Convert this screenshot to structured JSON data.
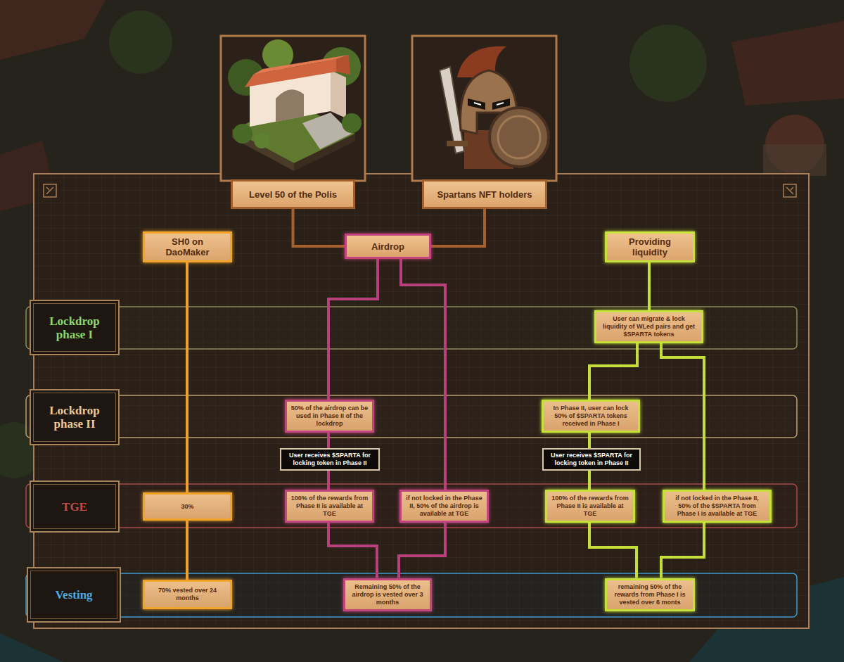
{
  "diagram": {
    "nodes": [
      {
        "text": [
          "Level 50 of the Polis"
        ]
      },
      {
        "text": [
          "Spartans NFT holders"
        ]
      },
      {
        "text": [
          "SH0 on DaoMaker"
        ]
      },
      {
        "text": [
          "Airdrop"
        ]
      },
      {
        "text": [
          "Providing liquidity"
        ]
      },
      {
        "text": [
          "Lockdrop phase I"
        ]
      },
      {
        "text": [
          "User can migrate & lock liquidity of WLed pairs and get $SPARTA tokens"
        ]
      },
      {
        "text": [
          "Lockdrop phase II"
        ]
      },
      {
        "text": [
          "50% of the airdrop can be used in Phase II of the lockdrop"
        ]
      },
      {
        "text": [
          "In Phase II, user can lock 50% of $SPARTA tokens received in Phase I"
        ]
      },
      {
        "text": [
          "User receives $SPARTA for locking token in Phase II"
        ]
      },
      {
        "text": [
          "User receives $SPARTA for locking token in Phase II"
        ]
      },
      {
        "text": [
          "TGE"
        ]
      },
      {
        "text": [
          "30%"
        ]
      },
      {
        "text": [
          "100% of the rewards from Phase II is available at TGE"
        ]
      },
      {
        "text": [
          "if not locked in the Phase II, 50% of the airdrop is available at TGE"
        ]
      },
      {
        "text": [
          "100% of the rewards from Phase II is available at TGE"
        ]
      },
      {
        "text": [
          "if not locked in the Phase II, 50% of the $SPARTA from Phase I is available at TGE"
        ]
      },
      {
        "text": [
          "Vesting"
        ]
      },
      {
        "text": [
          "70% vested over 24 months"
        ]
      },
      {
        "text": [
          "Remaining 50% of the airdrop is vested over 3 months"
        ]
      },
      {
        "text": [
          "remaining 50% of the rewards from Phase I is vested over 6 monts"
        ]
      }
    ],
    "edges": [
      {
        "from": 0,
        "to": 3,
        "arrow": "none"
      },
      {
        "from": 1,
        "to": 3,
        "arrow": "none"
      },
      {
        "from": 2,
        "to": 13,
        "arrow": "none"
      },
      {
        "from": 13,
        "to": 19,
        "arrow": "none"
      },
      {
        "from": 3,
        "to": 8,
        "arrow": "none"
      },
      {
        "from": 3,
        "to": 15,
        "arrow": "none"
      },
      {
        "from": 8,
        "to": 10,
        "arrow": "none"
      },
      {
        "from": 10,
        "to": 14,
        "arrow": "none"
      },
      {
        "from": 14,
        "to": 20,
        "arrow": "none"
      },
      {
        "from": 15,
        "to": 20,
        "arrow": "none"
      },
      {
        "from": 4,
        "to": 6,
        "arrow": "none"
      },
      {
        "from": 6,
        "to": 9,
        "arrow": "none"
      },
      {
        "from": 6,
        "to": 17,
        "arrow": "none"
      },
      {
        "from": 9,
        "to": 11,
        "arrow": "none"
      },
      {
        "from": 11,
        "to": 16,
        "arrow": "none"
      },
      {
        "from": 16,
        "to": 21,
        "arrow": "none"
      },
      {
        "from": 17,
        "to": 21,
        "arrow": "none"
      }
    ]
  }
}
